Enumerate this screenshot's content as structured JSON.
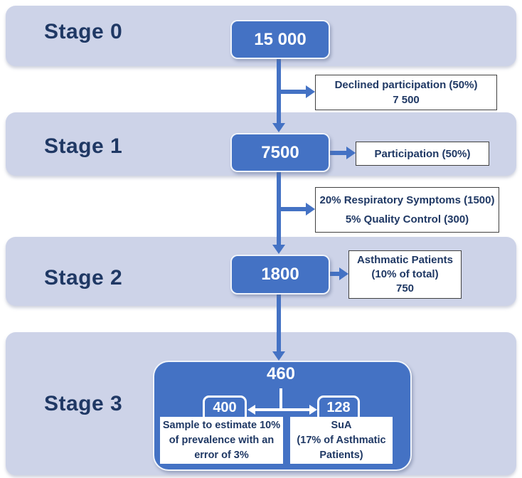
{
  "stage_bands": [
    {
      "label": "Stage 0"
    },
    {
      "label": "Stage 1"
    },
    {
      "label": "Stage 2"
    },
    {
      "label": "Stage 3"
    }
  ],
  "flow": {
    "stage0": {
      "count": "15 000"
    },
    "declined": {
      "lines": [
        "Declined participation (50%)",
        "7 500"
      ]
    },
    "stage1": {
      "count": "7500"
    },
    "participation": {
      "lines": [
        "Participation (50%)"
      ]
    },
    "symptoms": {
      "lines": [
        "20% Respiratory Symptoms (1500)",
        "5% Quality Control (300)"
      ]
    },
    "stage2": {
      "count": "1800"
    },
    "asthmatic": {
      "lines": [
        "Asthmatic Patients",
        "(10% of total)",
        "750"
      ]
    },
    "stage3": {
      "count": "460",
      "sample": {
        "count": "400",
        "desc_lines": [
          "Sample to estimate 10%",
          "of prevalence with an",
          "error of 3%"
        ]
      },
      "sua": {
        "count": "128",
        "desc_lines": [
          "SuA",
          "(17% of Asthmatic",
          "Patients)"
        ]
      }
    }
  },
  "colors": {
    "node_blue": "#4472c4",
    "band_lavender": "#cdd3e8",
    "text_navy": "#1f3864",
    "arrow_blue": "#4472c4",
    "info_box_border": "#404040",
    "node_text": "#ffffff",
    "info_box_bg": "#ffffff"
  }
}
